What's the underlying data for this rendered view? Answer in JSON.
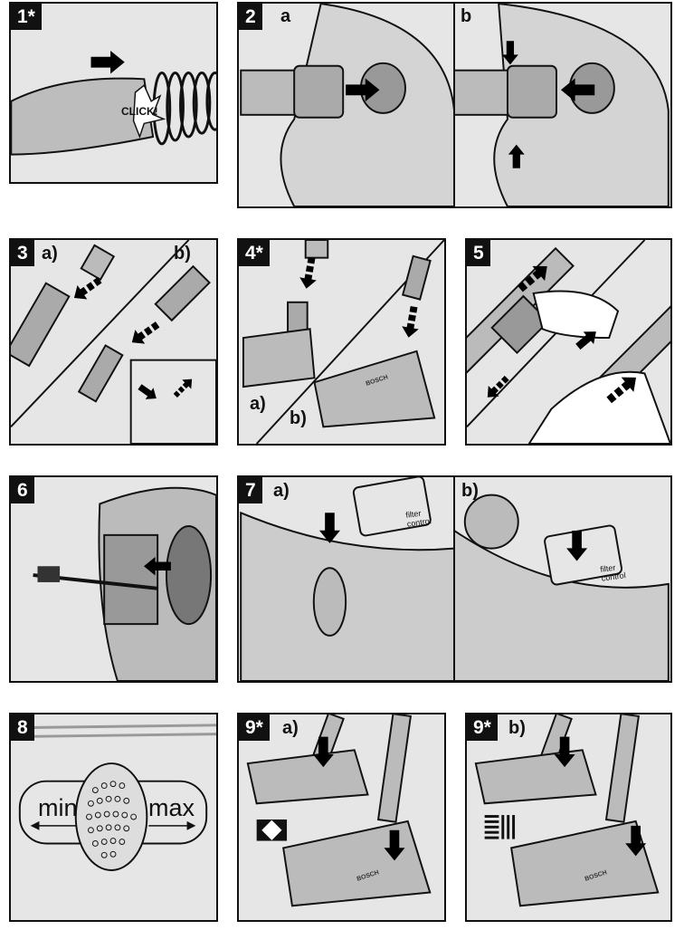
{
  "panels": {
    "p1": {
      "label": "1*",
      "click_text": "CLICK!"
    },
    "p2": {
      "label": "2",
      "sub_a": "a",
      "sub_b": "b"
    },
    "p3": {
      "label": "3",
      "sub_a": "a)",
      "sub_b": "b)"
    },
    "p4": {
      "label": "4*",
      "sub_a": "a)",
      "sub_b": "b)",
      "brand": "BOSCH"
    },
    "p5": {
      "label": "5"
    },
    "p6": {
      "label": "6"
    },
    "p7": {
      "label": "7",
      "sub_a": "a)",
      "sub_b": "b)",
      "filter_line1": "filter",
      "filter_line2": "control"
    },
    "p8": {
      "label": "8",
      "min_text": "min",
      "max_text": "max"
    },
    "p9a": {
      "label": "9*",
      "sub": "a)",
      "brand": "BOSCH"
    },
    "p9b": {
      "label": "9*",
      "sub": "b)",
      "brand": "BOSCH"
    }
  },
  "colors": {
    "frame": "#111111",
    "background": "#e6e6e6",
    "arrow": "#000000"
  }
}
